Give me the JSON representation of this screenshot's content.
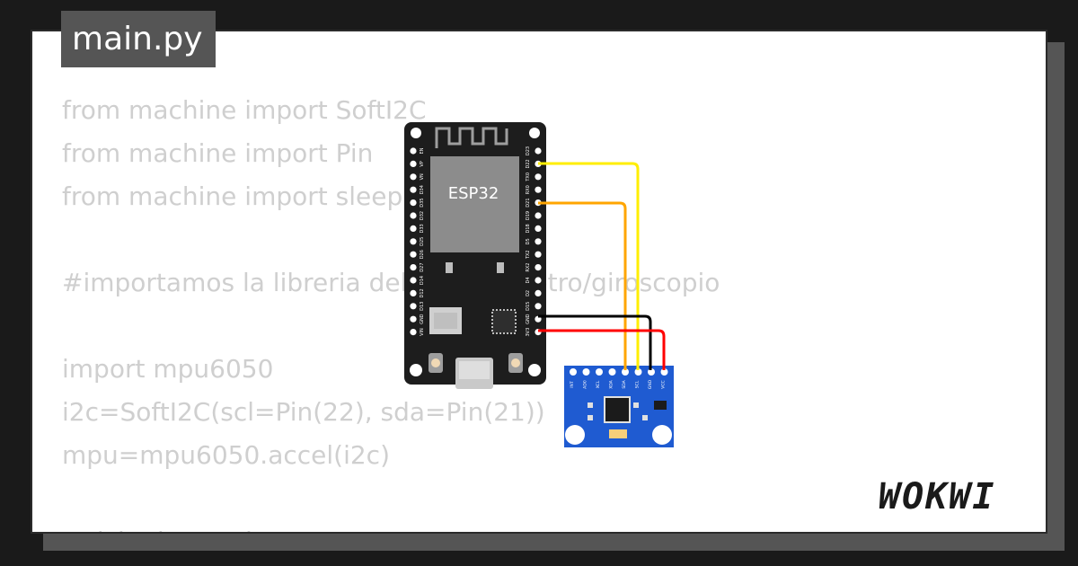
{
  "file_tab": {
    "label": "main.py"
  },
  "code_lines": [
    "from machine import SoftI2C",
    "from machine import Pin",
    "from machine import sleep",
    "",
    "#importamos la libreria del acelerometro/giroscopio",
    "",
    "import mpu6050",
    "i2c=SoftI2C(scl=Pin(22), sda=Pin(21))",
    "mpu=mpu6050.accel(i2c)",
    "",
    "#cicle de pruebas"
  ],
  "esp32": {
    "chip_label": "ESP32",
    "left_pins": [
      "EN",
      "VP",
      "VN",
      "D34",
      "D35",
      "D32",
      "D33",
      "D25",
      "D26",
      "D27",
      "D14",
      "D12",
      "D13",
      "GND",
      "VIN"
    ],
    "right_pins": [
      "D23",
      "D22",
      "TX0",
      "RX0",
      "D21",
      "D19",
      "D18",
      "D5",
      "TX2",
      "RX2",
      "D4",
      "D2",
      "D15",
      "GND",
      "3V3"
    ]
  },
  "mpu6050": {
    "pins": [
      "INT",
      "AD0",
      "XCL",
      "XDA",
      "SDA",
      "SCL",
      "GND",
      "VCC"
    ]
  },
  "wire_colors": {
    "scl": "#ffee00",
    "sda": "#ffa500",
    "gnd": "#000000",
    "vcc": "#ff0000"
  },
  "logo": {
    "text": "WOKWI"
  }
}
